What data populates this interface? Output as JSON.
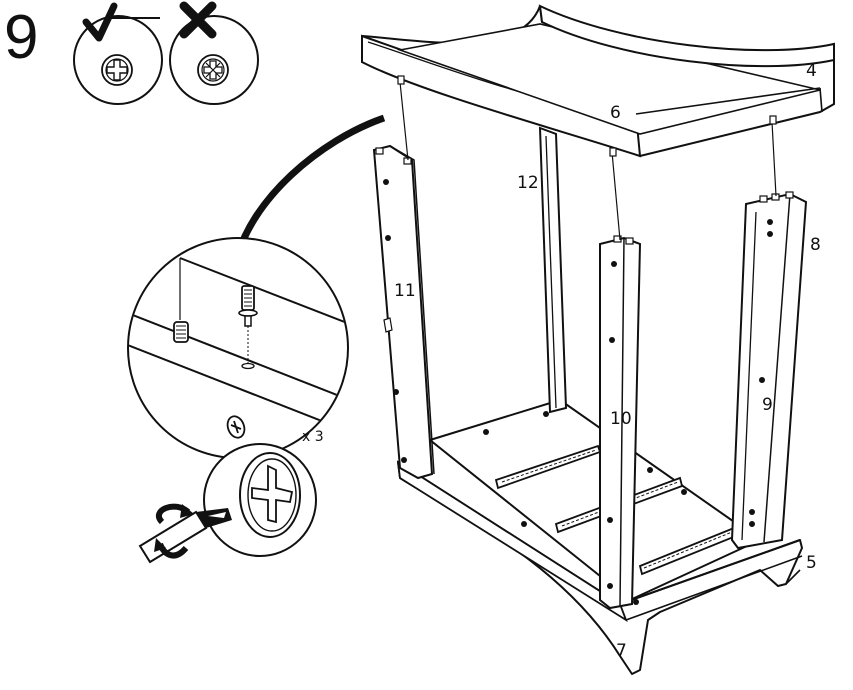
{
  "step": {
    "number": "9"
  },
  "quantity": {
    "label": "x 3"
  },
  "parts": [
    {
      "id": "4",
      "label": "4"
    },
    {
      "id": "5",
      "label": "5"
    },
    {
      "id": "6",
      "label": "6"
    },
    {
      "id": "7",
      "label": "7"
    },
    {
      "id": "8",
      "label": "8"
    },
    {
      "id": "9",
      "label": "9"
    },
    {
      "id": "10",
      "label": "10"
    },
    {
      "id": "11",
      "label": "11"
    },
    {
      "id": "12",
      "label": "12"
    }
  ],
  "icons": {
    "correct": "checkmark-icon",
    "wrong": "cross-icon",
    "screw_head": "phillips-screw-icon",
    "pozidriv": "pozidriv-screw-icon",
    "screwdriver": "screwdriver-icon",
    "rotate": "rotate-arrow-icon",
    "dowel": "wooden-dowel-icon",
    "cam_bolt": "cam-bolt-icon"
  },
  "colors": {
    "ink": "#111111",
    "paper": "#ffffff"
  }
}
